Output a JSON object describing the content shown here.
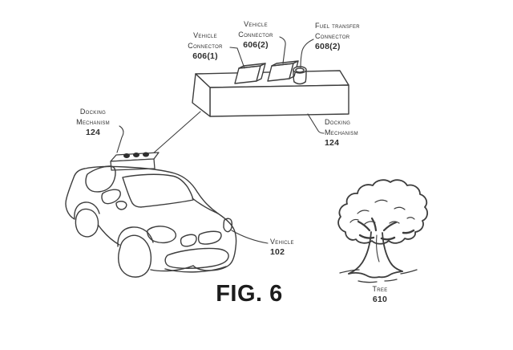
{
  "figure": {
    "caption": "FIG. 6"
  },
  "colors": {
    "ink": "#3d3d3d",
    "label_text": "#2f2f2f",
    "background": "#ffffff"
  },
  "labels": {
    "vehicle_connector_1": {
      "line1": "Vehicle",
      "line2": "Connector",
      "ref": "606(1)"
    },
    "vehicle_connector_2": {
      "line1": "Vehicle",
      "line2": "Connector",
      "ref": "606(2)"
    },
    "fuel_transfer_connector": {
      "line1": "Fuel transfer",
      "line2": "Connector",
      "ref": "608(2)"
    },
    "docking_mechanism_detail": {
      "line1": "Docking",
      "line2": "Mechanism",
      "ref": "124"
    },
    "docking_mechanism_roof": {
      "line1": "Docking",
      "line2": "Mechanism",
      "ref": "124"
    },
    "vehicle": {
      "line1": "Vehicle",
      "ref": "102"
    },
    "tree": {
      "line1": "Tree",
      "ref": "610"
    }
  }
}
